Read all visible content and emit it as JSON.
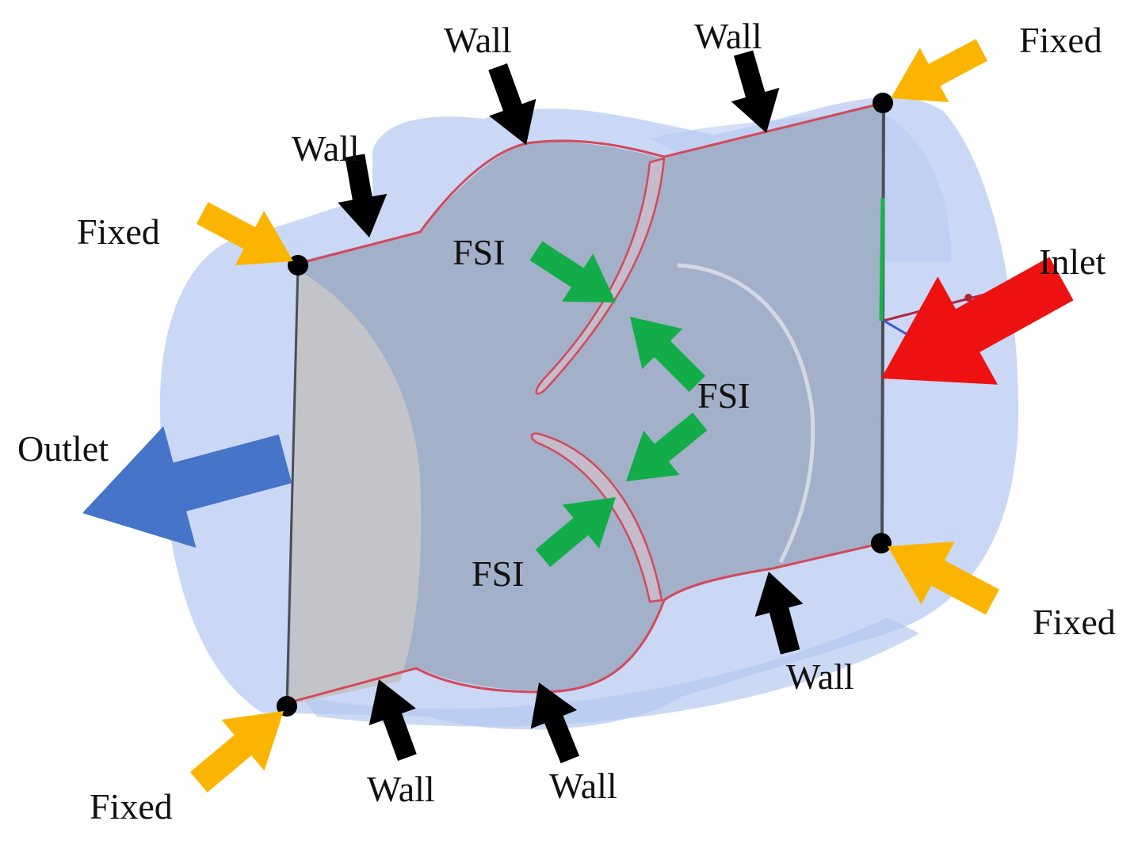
{
  "labels": {
    "wall": "Wall",
    "fixed": "Fixed",
    "fsi": "FSI",
    "inlet": "Inlet",
    "outlet": "Outlet"
  },
  "colors": {
    "background": "#ffffff",
    "outer_body": "#c7d6f5",
    "section_face": "#a3b0c9",
    "outlet_face": "#c2c4c8",
    "boundary_line": "#d24a5a",
    "wall_arrow": "#000000",
    "fixed_arrow": "#fbb500",
    "fsi_arrow": "#12ac48",
    "inlet_arrow": "#ee1111",
    "outlet_arrow": "#4574c8",
    "fixed_point": "#000000"
  },
  "icons": {
    "wall_marker": "arrow-icon",
    "fixed_marker": "point-icon"
  }
}
